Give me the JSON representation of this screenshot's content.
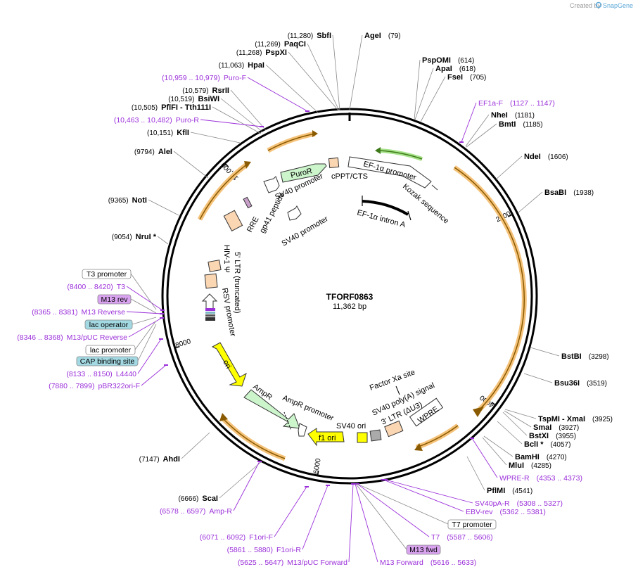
{
  "credit": "Created by",
  "credit_brand": "SnapGene",
  "plasmid": {
    "name": "TFORF0863",
    "length": "11,362 bp",
    "length_bp": 11362
  },
  "ticks": [
    {
      "label": "2000",
      "bp": 2000
    },
    {
      "label": "4000",
      "bp": 4000
    },
    {
      "label": "6000",
      "bp": 6000
    },
    {
      "label": "8000",
      "bp": 8000
    },
    {
      "label": "10,000",
      "bp": 10000
    }
  ],
  "sites": [
    {
      "name": "AgeI",
      "pos": "(79)"
    },
    {
      "name": "SbfI",
      "pos": "(11,280)"
    },
    {
      "name": "PaqCI",
      "pos": "(11,269)"
    },
    {
      "name": "PspXI",
      "pos": "(11,268)"
    },
    {
      "name": "HpaI",
      "pos": "(11,063)"
    },
    {
      "name": "RsrII",
      "pos": "(10,579)"
    },
    {
      "name": "BsiWI",
      "pos": "(10,519)"
    },
    {
      "name": "PflFI - Tth111I",
      "pos": "(10,505)"
    },
    {
      "name": "KflI",
      "pos": "(10,151)"
    },
    {
      "name": "AleI",
      "pos": "(9794)"
    },
    {
      "name": "NotI",
      "pos": "(9365)"
    },
    {
      "name": "NruI *",
      "pos": "(9054)"
    },
    {
      "name": "AhdI",
      "pos": "(7147)"
    },
    {
      "name": "ScaI",
      "pos": "(6666)"
    },
    {
      "name": "PspOMI",
      "pos": "(614)"
    },
    {
      "name": "ApaI",
      "pos": "(618)"
    },
    {
      "name": "FseI",
      "pos": "(705)"
    },
    {
      "name": "NheI",
      "pos": "(1181)"
    },
    {
      "name": "BmtI",
      "pos": "(1185)"
    },
    {
      "name": "NdeI",
      "pos": "(1606)"
    },
    {
      "name": "BsaBI",
      "pos": "(1938)"
    },
    {
      "name": "BstBI",
      "pos": "(3298)"
    },
    {
      "name": "Bsu36I",
      "pos": "(3519)"
    },
    {
      "name": "TspMI - XmaI",
      "pos": "(3925)"
    },
    {
      "name": "SmaI",
      "pos": "(3927)"
    },
    {
      "name": "BstXI",
      "pos": "(3955)"
    },
    {
      "name": "BclI *",
      "pos": "(4057)"
    },
    {
      "name": "BamHI",
      "pos": "(4270)"
    },
    {
      "name": "MluI",
      "pos": "(4285)"
    },
    {
      "name": "PflMI",
      "pos": "(4541)"
    }
  ],
  "primers": [
    {
      "name": "Puro-F",
      "range": "(10,959 .. 10,979)"
    },
    {
      "name": "Puro-R",
      "range": "(10,463 .. 10,482)"
    },
    {
      "name": "T3",
      "range": "(8400 .. 8420)"
    },
    {
      "name": "M13 Reverse",
      "range": "(8365 .. 8381)"
    },
    {
      "name": "M13/pUC Reverse",
      "range": "(8346 .. 8368)"
    },
    {
      "name": "L4440",
      "range": "(8133 .. 8150)"
    },
    {
      "name": "pBR322ori-F",
      "range": "(7880 .. 7899)"
    },
    {
      "name": "Amp-R",
      "range": "(6578 .. 6597)"
    },
    {
      "name": "F1ori-F",
      "range": "(6071 .. 6092)"
    },
    {
      "name": "F1ori-R",
      "range": "(5861 .. 5880)"
    },
    {
      "name": "M13/pUC Forward",
      "range": "(5625 .. 5647)"
    },
    {
      "name": "M13 Forward",
      "range": "(5616 .. 5633)"
    },
    {
      "name": "T7",
      "range": "(5587 .. 5606)"
    },
    {
      "name": "EBV-rev",
      "range": "(5362 .. 5381)"
    },
    {
      "name": "SV40pA-R",
      "range": "(5308 .. 5327)"
    },
    {
      "name": "WPRE-R",
      "range": "(4353 .. 4373)"
    },
    {
      "name": "EF1a-F",
      "range": "(1127 .. 1147)"
    }
  ],
  "boxed": {
    "t3_promoter": "T3 promoter",
    "m13_rev": "M13 rev",
    "lac_operator": "lac operator",
    "lac_promoter": "lac promoter",
    "cap_binding_site": "CAP binding site",
    "t7_promoter": "T7 promoter",
    "m13_fwd": "M13 fwd"
  },
  "features": {
    "puroR": "PuroR",
    "sv40_promoter_1": "SV40 promoter",
    "sv40_promoter_2": "SV40 promoter",
    "cppt": "cPPT/CTS",
    "ef1a_promoter": "EF-1α promoter",
    "kozak": "Kozak sequence",
    "ef1a_intron": "EF-1α intron A",
    "rre": "RRE",
    "gp41": "gp41 peptide",
    "hiv_psi": "HIV-1 Ψ",
    "ltr5": "5' LTR (truncated)",
    "rsv": "RSV promoter",
    "ori": "ori",
    "ampR": "AmpR",
    "ampR_promoter": "AmpR promoter",
    "f1_ori": "f1 ori",
    "sv40_ori": "SV40 ori",
    "factor_xa": "Factor Xa site",
    "sv40_polya": "SV40 poly(A) signal",
    "ltr3": "3' LTR (ΔU3)",
    "wpre": "WPRE"
  },
  "colors": {
    "primer": "#9b30d9",
    "orf_arc": "#f5c27a",
    "ori": "#ffff00",
    "ampR": "#ccf5cc",
    "puroR": "#ccf5cc",
    "ltr": "#fbd6b3",
    "lac_operator": "#a3d9e2",
    "m13_box": "#d9a3f0"
  }
}
